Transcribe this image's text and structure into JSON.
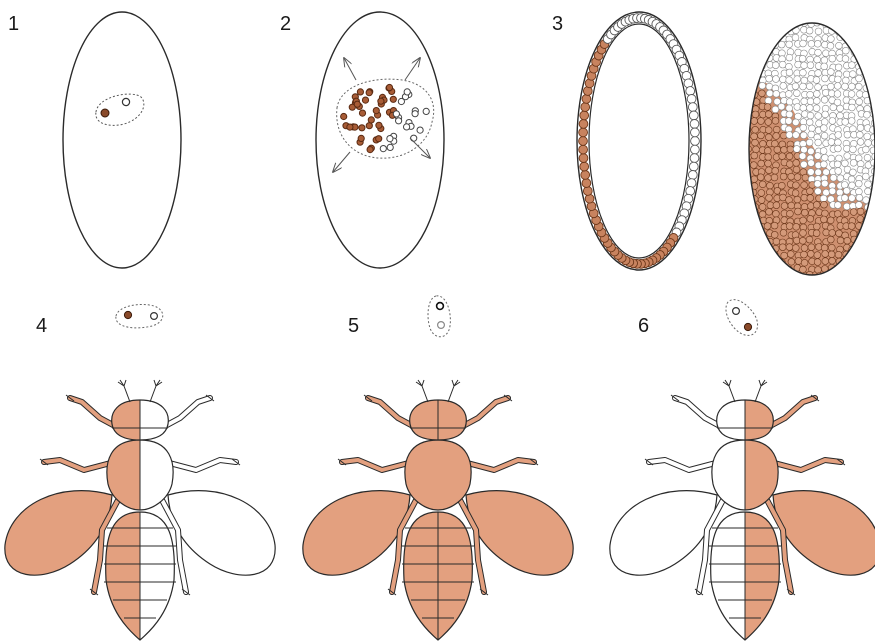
{
  "labels": {
    "panel1": "1",
    "panel2": "2",
    "panel3": "3",
    "panel4": "4",
    "panel5": "5",
    "panel6": "6"
  },
  "colors": {
    "tan": "#e3a07f",
    "tan_cell": "#c98d6f",
    "dark_nucleus": "#7a3b1c",
    "outline": "#2a2a2a",
    "white": "#ffffff"
  },
  "icons": {
    "panel1": "egg-with-zygote-icon",
    "panel2": "egg-with-dividing-nuclei-icon",
    "panel3": "blastoderm-eggs-icon",
    "panel4": "gynandromorph-left-fly-icon",
    "panel5": "normal-fly-icon",
    "panel6": "gynandromorph-right-fly-icon"
  }
}
